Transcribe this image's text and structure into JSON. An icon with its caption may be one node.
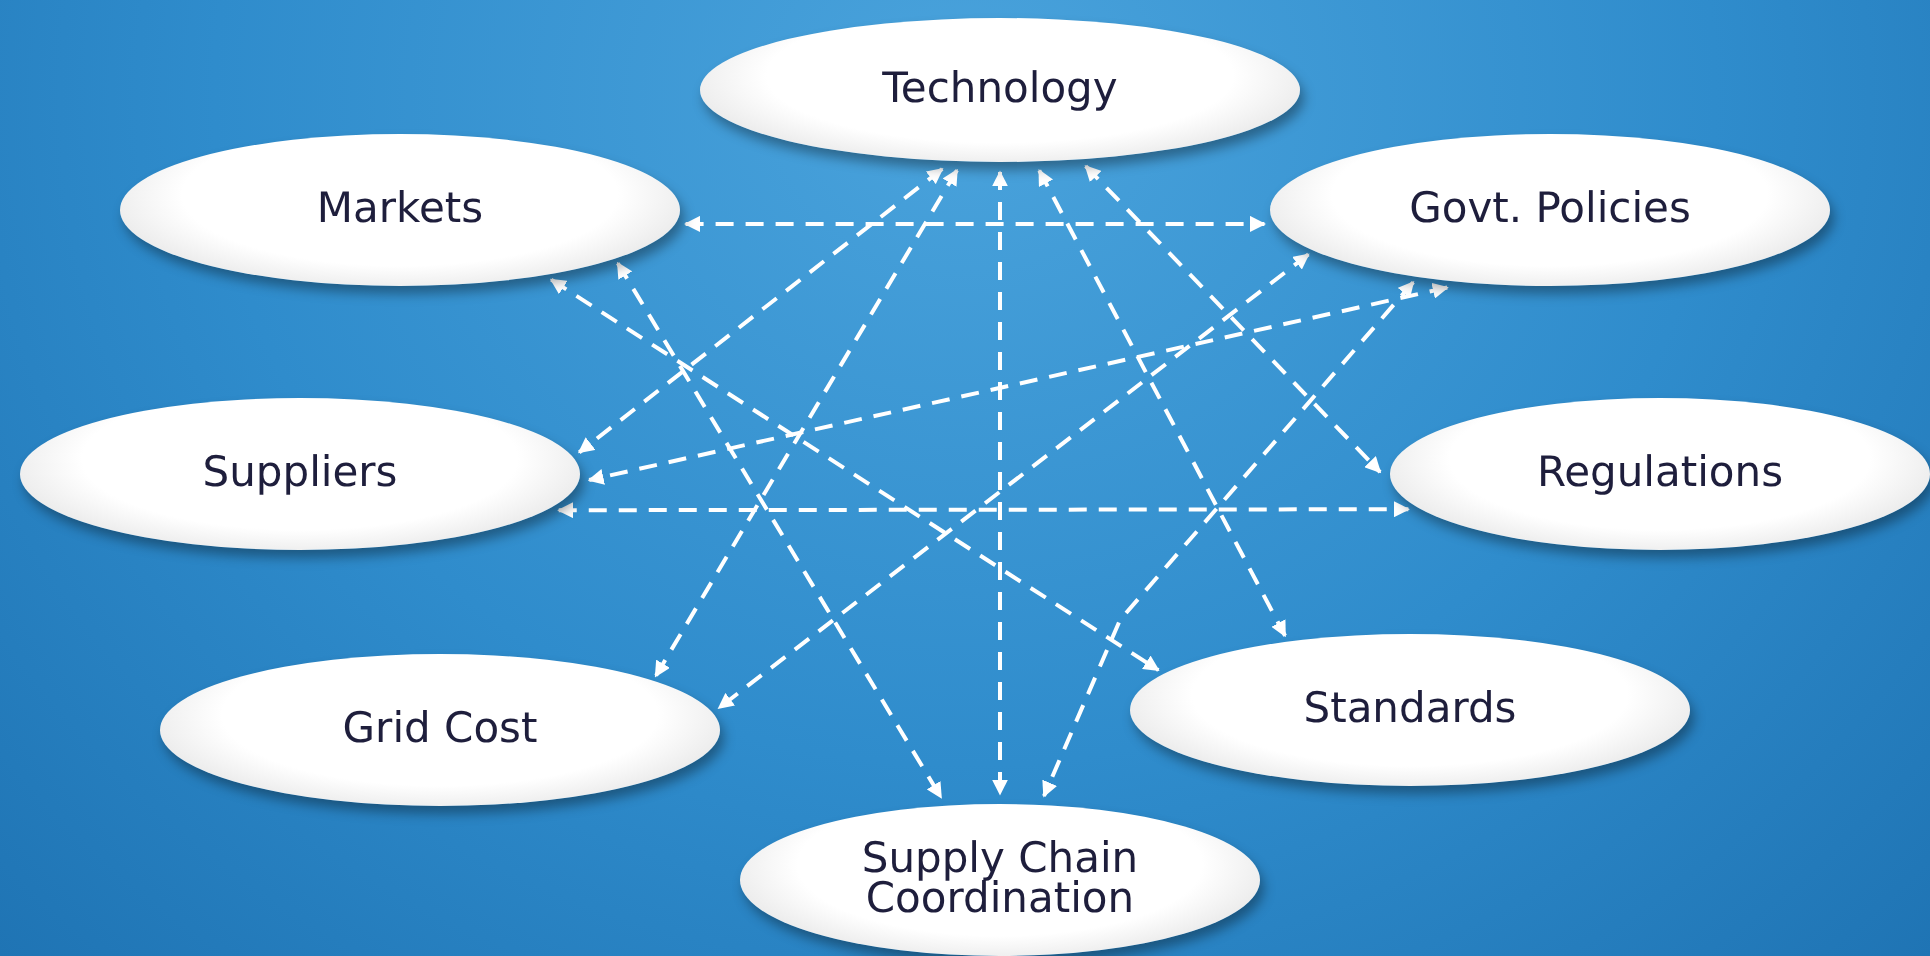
{
  "diagram": {
    "nodes": [
      {
        "text": [
          "Technology"
        ]
      },
      {
        "text": [
          "Markets"
        ]
      },
      {
        "text": [
          "Govt. Policies"
        ]
      },
      {
        "text": [
          "Suppliers"
        ]
      },
      {
        "text": [
          "Regulations"
        ]
      },
      {
        "text": [
          "Grid Cost"
        ]
      },
      {
        "text": [
          "Standards"
        ]
      },
      {
        "text": [
          "Supply Chain Coordination"
        ]
      }
    ],
    "edges": [
      {
        "from": 1,
        "to": 2,
        "arrow": "both",
        "style": "dashed"
      },
      {
        "from": 3,
        "to": 4,
        "arrow": "both",
        "style": "dashed"
      },
      {
        "from": 0,
        "to": 7,
        "arrow": "both",
        "style": "dashed"
      },
      {
        "from": 0,
        "to": 5,
        "arrow": "both",
        "style": "dashed"
      },
      {
        "from": 0,
        "to": 6,
        "arrow": "both",
        "style": "dashed"
      },
      {
        "from": 0,
        "to": 3,
        "arrow": "both",
        "style": "dashed"
      },
      {
        "from": 0,
        "to": 4,
        "arrow": "both",
        "style": "dashed"
      },
      {
        "from": 1,
        "to": 7,
        "arrow": "both",
        "style": "dashed"
      },
      {
        "from": 1,
        "to": 6,
        "arrow": "both",
        "style": "dashed"
      },
      {
        "from": 2,
        "to": 3,
        "arrow": "both",
        "style": "dashed"
      },
      {
        "from": 2,
        "to": 5,
        "arrow": "both",
        "style": "dashed"
      },
      {
        "from": 2,
        "to": 7,
        "arrow": "both",
        "style": "dashed"
      }
    ]
  }
}
